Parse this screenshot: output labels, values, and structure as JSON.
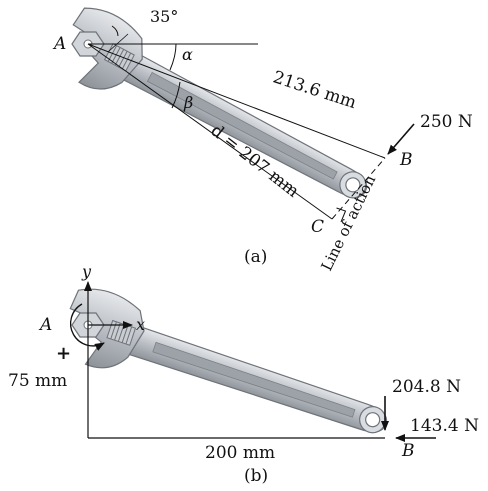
{
  "panel_a": {
    "caption": "(a)",
    "points": {
      "a": "A",
      "b": "B",
      "c": "C"
    },
    "angle_35": "35°",
    "alpha": "α",
    "beta": "β",
    "length_ab": "213.6 mm",
    "distance_d": "d = 207 mm",
    "force": "250 N",
    "line_of_action": "Line of action"
  },
  "panel_b": {
    "caption": "(b)",
    "points": {
      "a": "A",
      "b": "B"
    },
    "axis_x": "x",
    "axis_y": "y",
    "plus_sign": "+",
    "height": "75 mm",
    "width": "200 mm",
    "force_vertical": "204.8 N",
    "force_horizontal": "143.4 N"
  },
  "colors": {
    "wrench_body": "#bfc3c8",
    "wrench_edge": "#6e737a",
    "wrench_channel": "#9da2a9",
    "line": "#111111"
  }
}
